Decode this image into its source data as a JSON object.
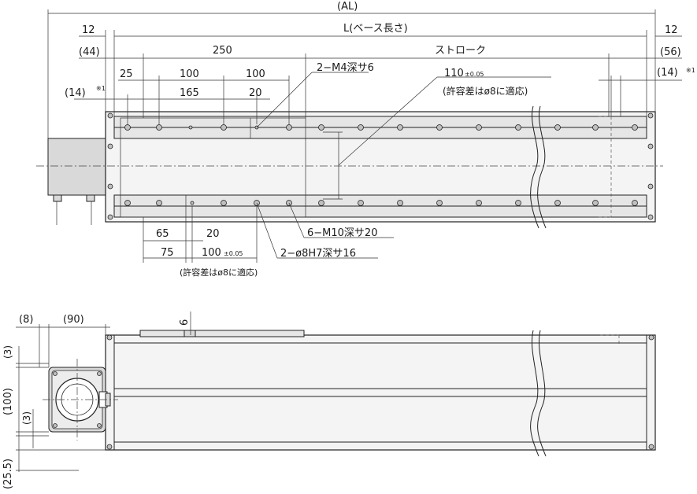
{
  "labels": {
    "al": "(AL)",
    "left_12": "12",
    "right_12": "12",
    "base_length": "L(ベース長さ)",
    "left_44": "(44)",
    "right_56": "(56)",
    "dim_250": "250",
    "stroke": "ストローク",
    "dim_25": "25",
    "dim_100a": "100",
    "dim_100b": "100",
    "tap_m4": "2−M4深サ6",
    "dim_110": "110",
    "tol_110": "±0.05",
    "tol_note_top": "(許容差はø8に適応)",
    "left_14": "(14)",
    "note_mark": "※1",
    "right_14": "(14)",
    "dim_165": "165",
    "dim_20a": "20",
    "dim_65": "65",
    "dim_20b": "20",
    "tap_m10": "6−M10深サ20",
    "dim_75": "75",
    "dim_100c": "100",
    "tol_100": "±0.05",
    "pin_h7": "2−ø8H7深サ16",
    "tol_note_bottom": "(許容差はø8に適応)",
    "side_8": "(8)",
    "side_90": "(90)",
    "side_6": "6",
    "side_3a": "(3)",
    "side_100": "(100)",
    "side_3b": "(3)",
    "side_25_5": "(25.5)"
  }
}
